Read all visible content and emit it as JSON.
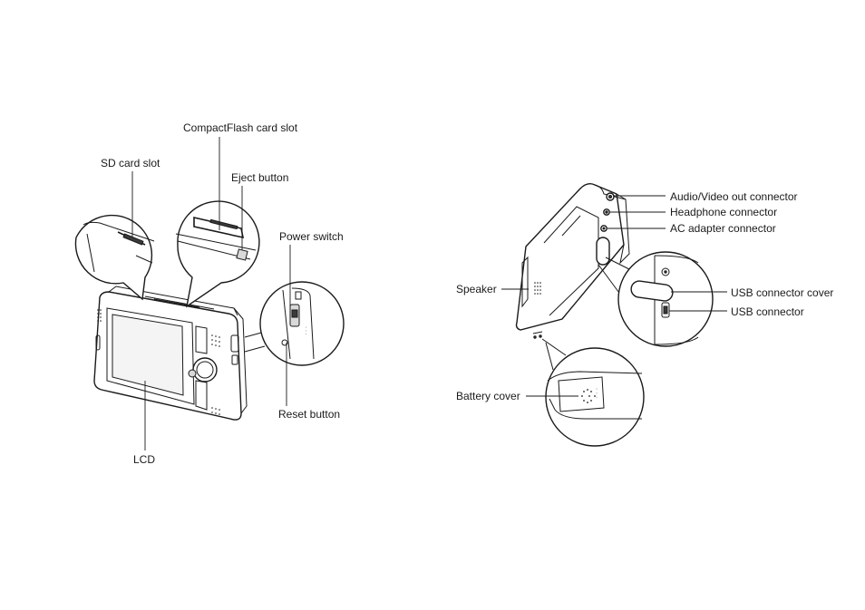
{
  "labels": {
    "compactflash_slot": "CompactFlash card slot",
    "sd_slot": "SD card slot",
    "eject_button": "Eject button",
    "power_switch": "Power switch",
    "reset_button": "Reset button",
    "lcd": "LCD",
    "av_out": "Audio/Video out connector",
    "headphone": "Headphone connector",
    "ac_adapter": "AC adapter connector",
    "speaker": "Speaker",
    "usb_cover": "USB connector cover",
    "usb_connector": "USB connector",
    "battery_cover": "Battery cover"
  }
}
